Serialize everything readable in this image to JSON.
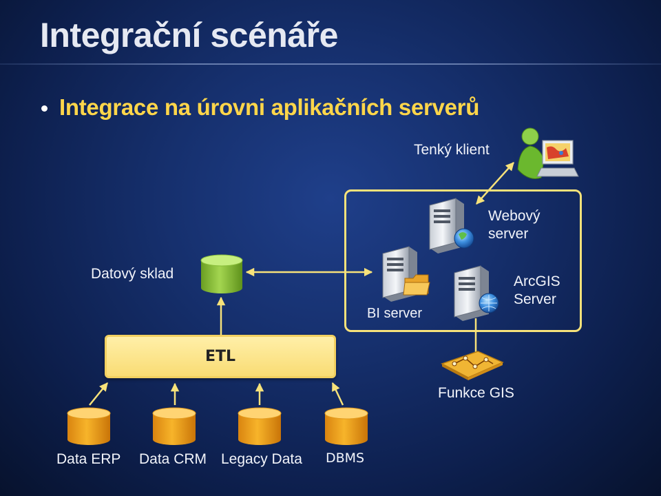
{
  "slide": {
    "title": "Integrační scénáře",
    "bullet": "Integrace na úrovni aplikačních serverů"
  },
  "nodes": {
    "thin_client": "Tenký klient",
    "web_server_line1": "Webový",
    "web_server_line2": "server",
    "data_warehouse": "Datový sklad",
    "bi_server": "BI server",
    "arcgis_line1": "ArcGIS",
    "arcgis_line2": "Server",
    "etl": "ETL",
    "gis_functions": "Funkce GIS"
  },
  "sources": {
    "data_erp": "Data ERP",
    "data_crm": "Data CRM",
    "legacy_data": "Legacy Data",
    "dbms": "DBMS"
  },
  "colors": {
    "title": "#e6e9f2",
    "bullet": "#ffd64a",
    "box_border": "#f7e27a",
    "etl_fill": "#f9dc74",
    "cylinder_orange": "#f2a21a",
    "cylinder_green": "#8cc63f"
  }
}
